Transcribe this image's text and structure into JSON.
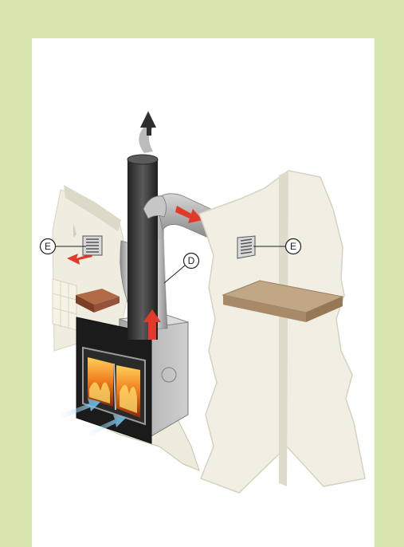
{
  "callouts": {
    "e_left": "E",
    "e_right": "E",
    "d": "D"
  },
  "colors": {
    "background_frame": "#d6e6ad",
    "panel": "#ffffff",
    "wall": "#f1efe3",
    "pipe_dark": "#3c3c3c",
    "pipe_silver": "#b9b9b9",
    "hot_air_arrow": "#e23a2a",
    "cold_air_arrow": "#7cc6ea",
    "shelf": "#b89a76"
  },
  "icons": [
    "smoke-arrow-icon",
    "hot-air-arrow-icon",
    "cold-air-arrow-icon",
    "grille-vent-icon",
    "fire-icon"
  ]
}
